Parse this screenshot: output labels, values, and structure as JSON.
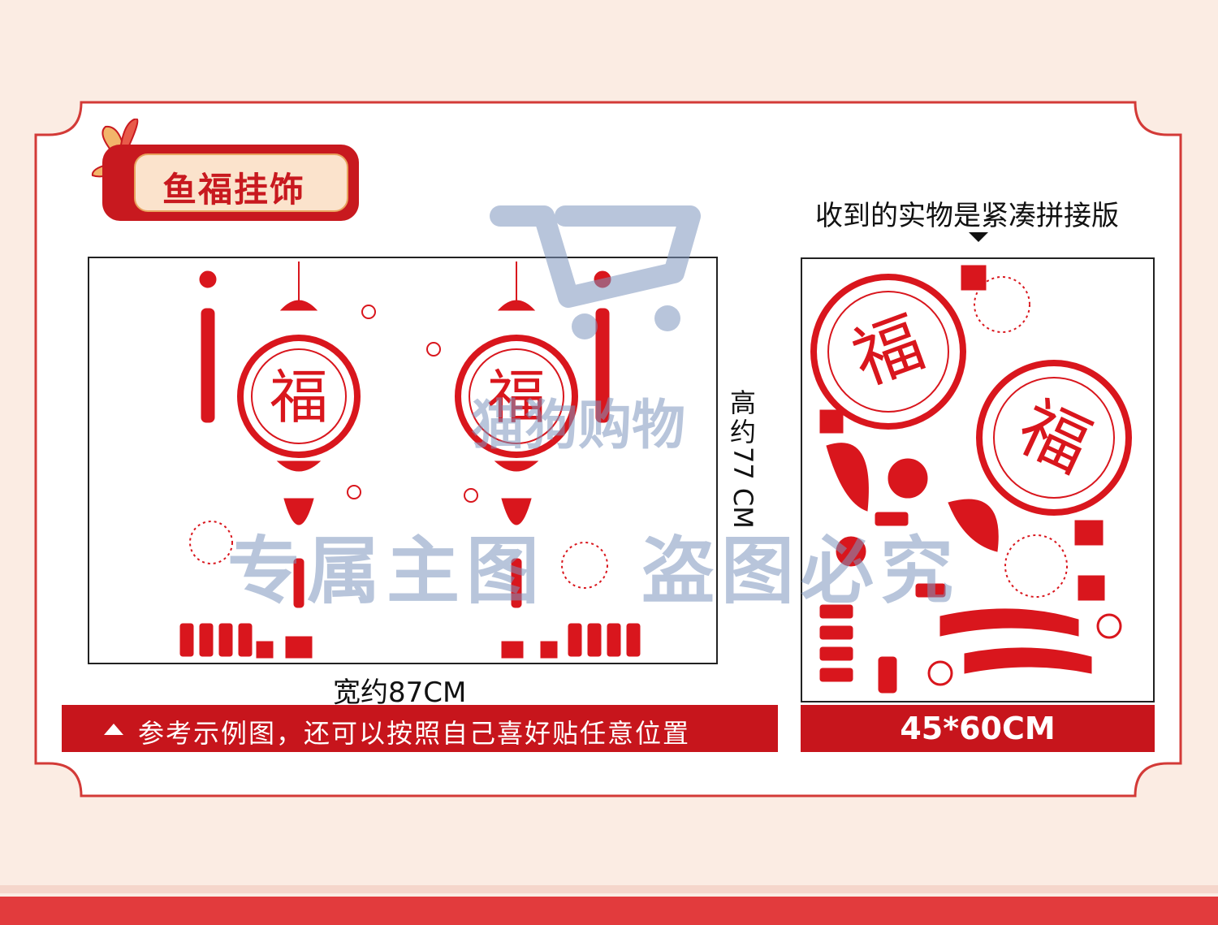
{
  "title": "鱼福挂饰",
  "dimensions": {
    "height_label_prefix": "高约",
    "height_label_value": "77 CM",
    "width_label": "宽约87CM"
  },
  "right_note": "收到的实物是紧凑拼接版",
  "bottom_left_text": "参考示例图，还可以按照自己喜好贴任意位置",
  "bottom_right_size": "45*60CM",
  "medallion_char": "福",
  "colors": {
    "primary_red": "#c7151c",
    "background": "#fbece3",
    "frame_border": "#d33a37",
    "watermark": "#7d96be"
  },
  "watermarks": {
    "cart_caption": "猫狗购物",
    "banner_left": "专属主图",
    "banner_right": "盗图必究"
  }
}
